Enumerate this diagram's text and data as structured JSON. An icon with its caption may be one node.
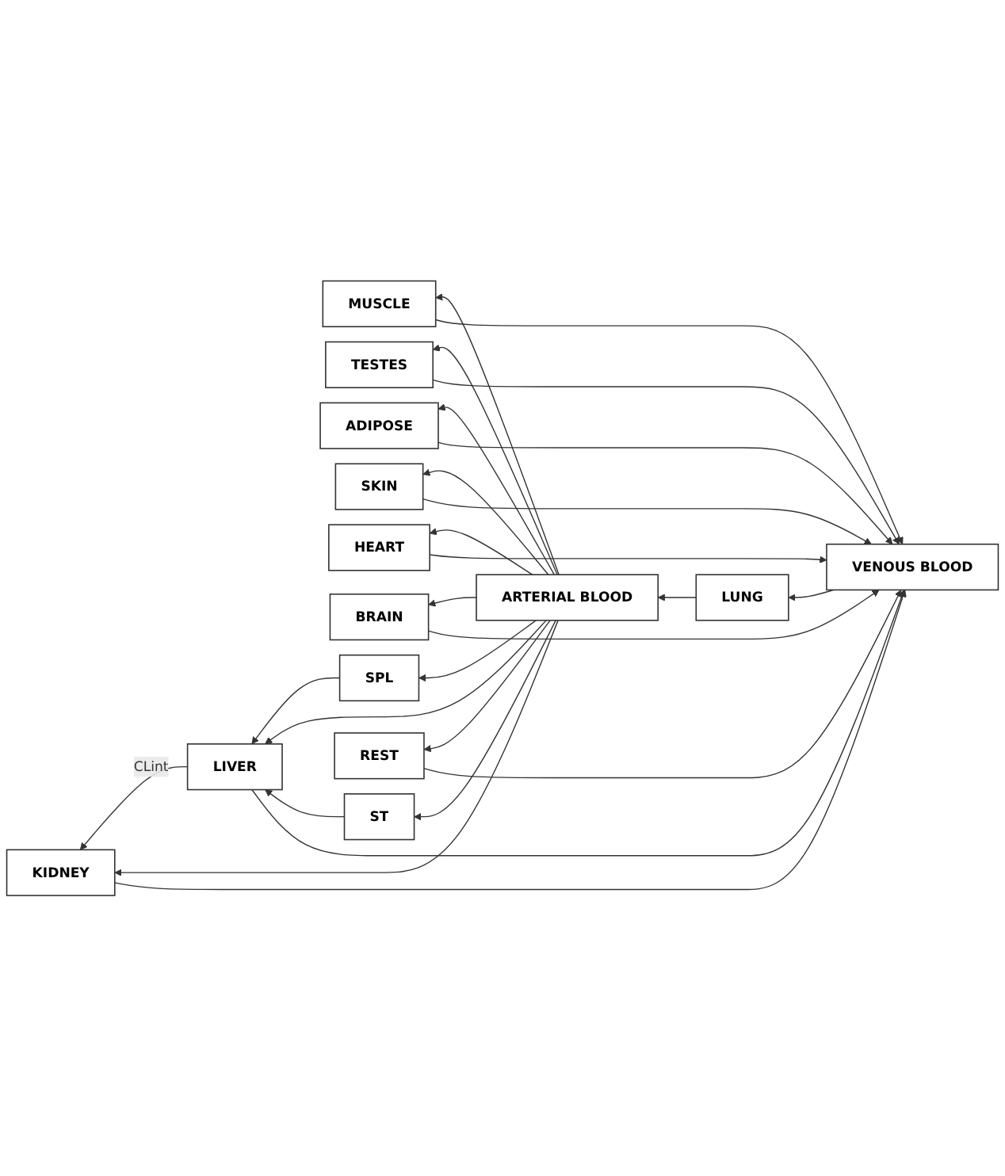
{
  "diagram": {
    "nodes": [
      {
        "text": [
          "VENOUS BLOOD"
        ]
      },
      {
        "text": [
          "MUSCLE"
        ]
      },
      {
        "text": [
          "TESTES"
        ]
      },
      {
        "text": [
          "ADIPOSE"
        ]
      },
      {
        "text": [
          "SKIN"
        ]
      },
      {
        "text": [
          "HEART"
        ]
      },
      {
        "text": [
          "BRAIN"
        ]
      },
      {
        "text": [
          "SPL"
        ]
      },
      {
        "text": [
          "LIVER"
        ]
      },
      {
        "text": [
          "ST"
        ]
      },
      {
        "text": [
          "KIDNEY"
        ]
      },
      {
        "text": [
          "REST"
        ]
      },
      {
        "text": [
          "LUNG"
        ]
      },
      {
        "text": [
          "ARTERIAL BLOOD"
        ]
      }
    ],
    "edges": [
      {
        "from": 13,
        "to": 1,
        "arrow": "to"
      },
      {
        "from": 1,
        "to": 0,
        "arrow": "to"
      },
      {
        "from": 13,
        "to": 2,
        "arrow": "to"
      },
      {
        "from": 2,
        "to": 0,
        "arrow": "to"
      },
      {
        "from": 13,
        "to": 3,
        "arrow": "to"
      },
      {
        "from": 3,
        "to": 0,
        "arrow": "to"
      },
      {
        "from": 13,
        "to": 4,
        "arrow": "to"
      },
      {
        "from": 4,
        "to": 0,
        "arrow": "to"
      },
      {
        "from": 13,
        "to": 5,
        "arrow": "to"
      },
      {
        "from": 5,
        "to": 0,
        "arrow": "to"
      },
      {
        "from": 13,
        "to": 6,
        "arrow": "to"
      },
      {
        "from": 6,
        "to": 0,
        "arrow": "to"
      },
      {
        "from": 13,
        "to": 7,
        "arrow": "to"
      },
      {
        "from": 7,
        "to": 8,
        "arrow": "to"
      },
      {
        "from": 13,
        "to": 8,
        "arrow": "to"
      },
      {
        "from": 13,
        "to": 9,
        "arrow": "to"
      },
      {
        "from": 9,
        "to": 8,
        "arrow": "to"
      },
      {
        "from": 8,
        "to": 0,
        "arrow": "to"
      },
      {
        "from": 8,
        "to": 10,
        "arrow": "to",
        "label": "CLint"
      },
      {
        "from": 13,
        "to": 10,
        "arrow": "to"
      },
      {
        "from": 10,
        "to": 0,
        "arrow": "to"
      },
      {
        "from": 13,
        "to": 11,
        "arrow": "to"
      },
      {
        "from": 11,
        "to": 0,
        "arrow": "to"
      },
      {
        "from": 0,
        "to": 12,
        "arrow": "to"
      },
      {
        "from": 12,
        "to": 13,
        "arrow": "to"
      }
    ]
  }
}
